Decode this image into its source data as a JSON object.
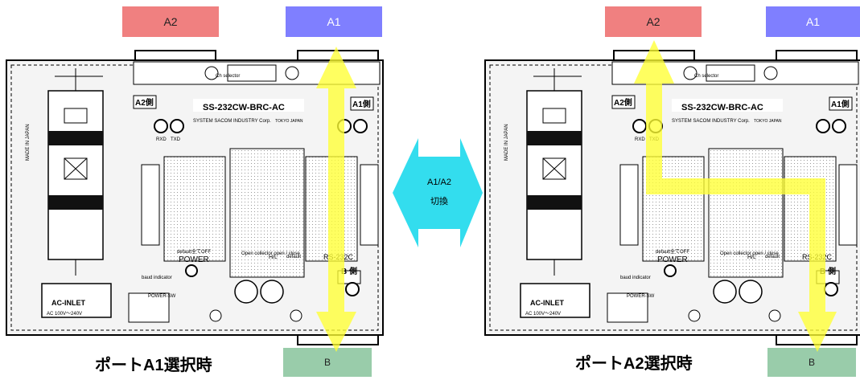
{
  "panels": [
    {
      "port_top_left": "A2",
      "port_top_right": "A1",
      "port_bottom": "B",
      "caption": "ポートA1選択時"
    },
    {
      "port_top_left": "A2",
      "port_top_right": "A1",
      "port_bottom": "B",
      "caption": "ポートA2選択時"
    }
  ],
  "switch_arrow": {
    "line1": "A1/A2",
    "line2": "切換"
  },
  "device": {
    "model": "SS-232CW-BRC-AC",
    "side_a2": "A2側",
    "side_a1": "A1側",
    "side_b": "B 側",
    "power": "POWER",
    "rs232c": "RS-232C",
    "ac_inlet": "AC-INLET",
    "ac_spec": "AC 100V〜240V",
    "made_in": "MADE IN JAPAN",
    "maker": "SYSTEM SACOM INDUSTRY Corp.",
    "tokyo": "TOKYO JAPAN",
    "ch_selector": "Ch selector",
    "open_collector": "Open collector open / close",
    "power_sw": "POWER-SW",
    "baud_indicator": "baud indicator",
    "rxd": "RXD",
    "txd": "TXD",
    "hl": "H/L",
    "default": "default",
    "default_all_off": "default全てOFF"
  },
  "colors": {
    "a2": "#f08080",
    "a1": "#7f7fff",
    "b": "#99ccaa",
    "highlight": "#ffff33",
    "switch_arrow": "#33ddee"
  }
}
